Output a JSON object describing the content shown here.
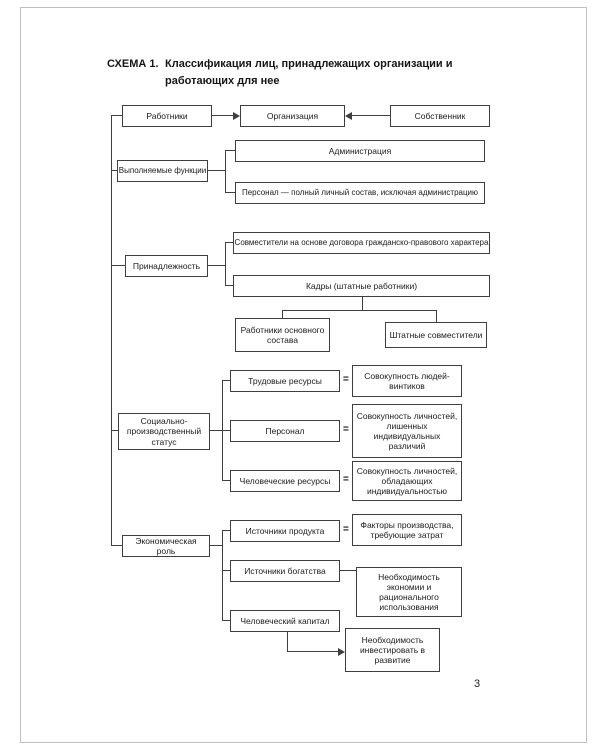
{
  "page": {
    "title_label": "СХЕМА 1.",
    "title_text": "Классификация лиц, принадлежащих организации и работающих для нее",
    "equals": "=",
    "page_number": "3"
  },
  "nodes": {
    "workers": "Работники",
    "organization": "Организация",
    "owner": "Собственник",
    "functions": "Выполняемые функции",
    "administration": "Администрация",
    "personnel_full": "Персонал — полный личный состав, исключая администрацию",
    "belonging": "Принадлежность",
    "civil_contract": "Совместители на основе договора гражданско-правового характера",
    "cadres": "Кадры (штатные работники)",
    "core_staff": "Работники основного состава",
    "staff_part_timers": "Штатные совместители",
    "status": "Социально-производственный статус",
    "labor_resources": "Трудовые ресурсы",
    "labor_resources_def": "Совокупность людей-винтиков",
    "personnel": "Персонал",
    "personnel_def": "Совокупность личностей, лишенных индивидуальных различий",
    "human_resources": "Человеческие ресурсы",
    "human_resources_def": "Совокупность личностей, обладающих индивидуальностью",
    "economic_role": "Экономическая роль",
    "product_sources": "Источники продукта",
    "product_sources_def": "Факторы производства, требующие затрат",
    "wealth_sources": "Источники богатства",
    "wealth_note": "Необходимость экономии и рационального использования",
    "human_capital": "Человеческий капитал",
    "capital_note": "Необходимость инвестировать в развитие"
  }
}
